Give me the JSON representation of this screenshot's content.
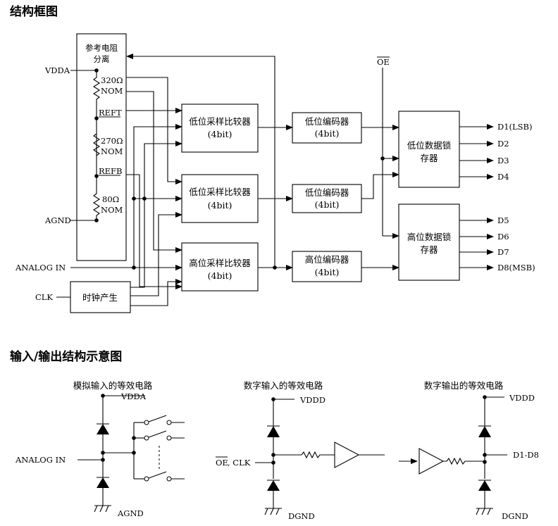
{
  "headings": {
    "block_diagram": "结构框图",
    "io_diagram": "输入/输出结构示意图"
  },
  "ref_divider": {
    "title_line1": "参考电阻",
    "title_line2": "分离",
    "r1_value": "320Ω",
    "r1_nom": "NOM",
    "reft": "REFT",
    "r2_value": "270Ω",
    "r2_nom": "NOM",
    "refb": "REFB",
    "r3_value": "80Ω",
    "r3_nom": "NOM"
  },
  "pins_left": {
    "vdda": "VDDA",
    "agnd": "AGND",
    "analog_in": "ANALOG IN",
    "clk": "CLK"
  },
  "clock_gen": "时钟产生",
  "comparators": [
    {
      "line1": "低位采样比较器",
      "line2": "(4bit)"
    },
    {
      "line1": "低位采样比较器",
      "line2": "(4bit)"
    },
    {
      "line1": "高位采样比较器",
      "line2": "(4bit)"
    }
  ],
  "encoders": [
    {
      "line1": "低位编码器",
      "line2": "(4bit)"
    },
    {
      "line1": "低位编码器",
      "line2": "(4bit)"
    },
    {
      "line1": "高位编码器",
      "line2": "(4bit)"
    }
  ],
  "oe_label": "OE",
  "latches": {
    "low": {
      "line1": "低位数据锁",
      "line2": "存器"
    },
    "high": {
      "line1": "高位数据锁",
      "line2": "存器"
    }
  },
  "outputs": [
    "D1(LSB)",
    "D2",
    "D3",
    "D4",
    "D5",
    "D6",
    "D7",
    "D8(MSB)"
  ],
  "io": {
    "analog": {
      "title": "模拟输入的等效电路",
      "vdd": "VDDA",
      "input": "ANALOG IN",
      "gnd": "AGND"
    },
    "digital_in": {
      "title": "数字输入的等效电路",
      "vdd": "VDDD",
      "input_oe": "OE",
      "input_rest": ", CLK",
      "gnd": "DGND"
    },
    "digital_out": {
      "title": "数字输出的等效电路",
      "vdd": "VDDD",
      "output": "D1-D8",
      "gnd": "DGND"
    }
  }
}
